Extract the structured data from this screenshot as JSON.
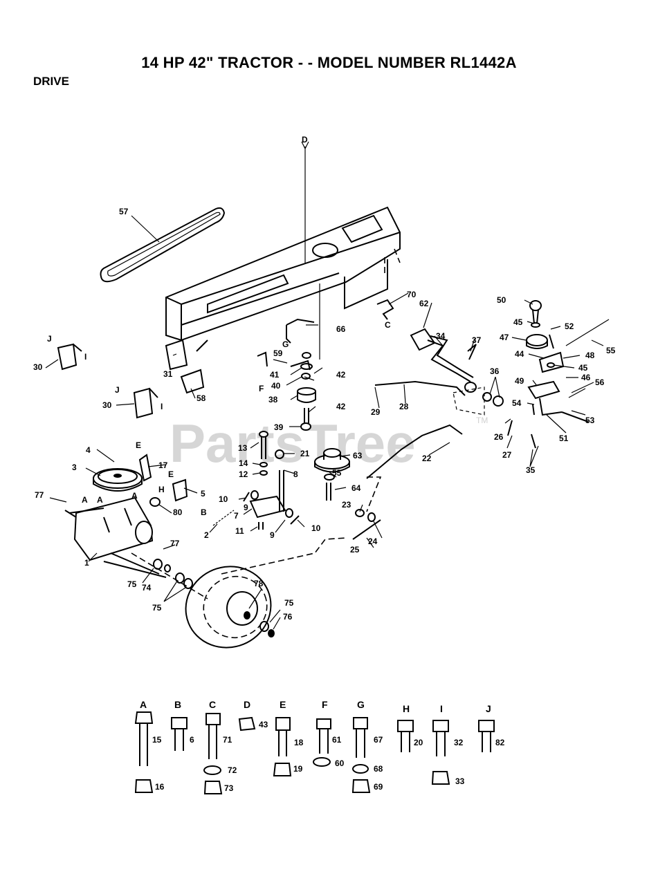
{
  "title": "14 HP 42\" TRACTOR - - MODEL NUMBER RL1442A",
  "section": "DRIVE",
  "watermark": "PartsTree",
  "watermark_tm": "TM",
  "callouts": {
    "c1": "1",
    "c2": "2",
    "c3": "3",
    "c4": "4",
    "c5": "5",
    "c7": "7",
    "c8": "8",
    "c9a": "9",
    "c9b": "9",
    "c10a": "10",
    "c10b": "10",
    "c11": "11",
    "c12": "12",
    "c13": "13",
    "c14": "14",
    "c17": "17",
    "c21": "21",
    "c22": "22",
    "c23": "23",
    "c24": "24",
    "c25": "25",
    "c26": "26",
    "c27": "27",
    "c28": "28",
    "c29": "29",
    "c30a": "30",
    "c30b": "30",
    "c31": "31",
    "c34": "34",
    "c35": "35",
    "c36": "36",
    "c37": "37",
    "c38": "38",
    "c39": "39",
    "c40": "40",
    "c41": "41",
    "c42a": "42",
    "c42b": "42",
    "c44": "44",
    "c45a": "45",
    "c45b": "45",
    "c46": "46",
    "c47": "47",
    "c48": "48",
    "c49": "49",
    "c50": "50",
    "c51": "51",
    "c52": "52",
    "c53": "53",
    "c54": "54",
    "c55a": "55",
    "c55b": "55",
    "c56": "56",
    "c57": "57",
    "c58": "58",
    "c59": "59",
    "c62": "62",
    "c63": "63",
    "c64": "64",
    "c66": "66",
    "c70": "70",
    "c74": "74",
    "c75a": "75",
    "c75b": "75",
    "c75c": "75",
    "c76": "76",
    "c77a": "77",
    "c77b": "77",
    "c78": "78",
    "c80": "80"
  },
  "ref_letters": {
    "D": "D",
    "C": "C",
    "G": "G",
    "F": "F",
    "E1": "E",
    "E2": "E",
    "H": "H",
    "B": "B",
    "A1": "A",
    "A2": "A",
    "A3": "A",
    "I1": "I",
    "I2": "I",
    "J1": "J",
    "J2": "J"
  },
  "hardware_key": [
    {
      "letter": "A",
      "bolt": "15",
      "nut": "16"
    },
    {
      "letter": "B",
      "bolt": "6"
    },
    {
      "letter": "C",
      "bolt": "71",
      "washer": "72",
      "nut": "73"
    },
    {
      "letter": "D",
      "nut": "43"
    },
    {
      "letter": "E",
      "bolt": "18",
      "nut": "19"
    },
    {
      "letter": "F",
      "bolt": "61",
      "washer": "60"
    },
    {
      "letter": "G",
      "bolt": "67",
      "washer": "68",
      "nut": "69"
    },
    {
      "letter": "H",
      "bolt": "20"
    },
    {
      "letter": "I",
      "bolt": "32",
      "nut": "33"
    },
    {
      "letter": "J",
      "bolt": "82"
    }
  ]
}
